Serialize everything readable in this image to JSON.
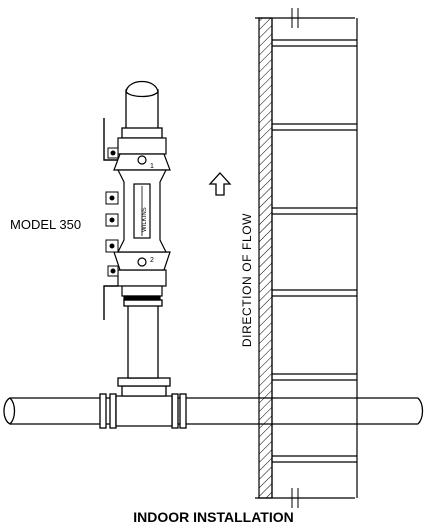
{
  "labels": {
    "model": "MODEL 350",
    "direction": "DIRECTION OF FLOW",
    "caption": "INDOOR INSTALLATION"
  },
  "valve_markings": {
    "brand": "WILKINS",
    "number_top": "1",
    "number_bottom": "2"
  },
  "icons": {
    "flow_arrow": "outlined-up-arrow"
  }
}
